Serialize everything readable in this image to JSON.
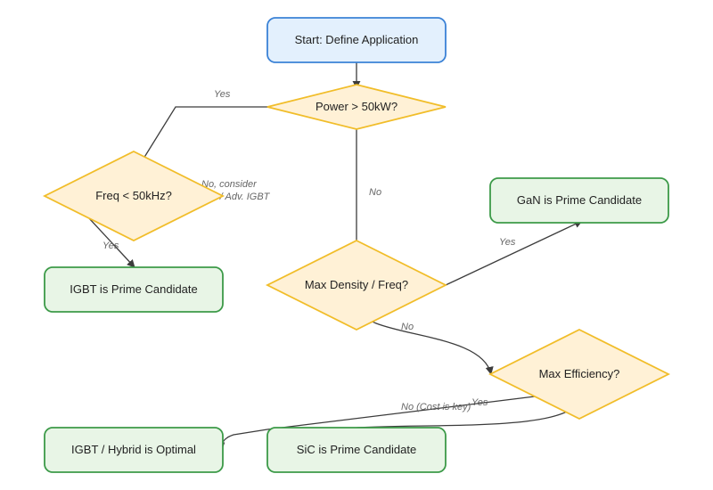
{
  "colors": {
    "start_fill": "#e3f0fd",
    "start_stroke": "#3b82d6",
    "decision_fill": "#fff1d6",
    "decision_stroke": "#f1bd29",
    "result_fill": "#e8f5e6",
    "result_stroke": "#3c9a48",
    "edge": "#3c3c3c",
    "edge_label": "#666666"
  },
  "nodes": {
    "start": "Start: Define Application",
    "power": "Power > 50kW?",
    "freq": "Freq < 50kHz?",
    "density": "Max Density / Freq?",
    "efficiency": "Max Efficiency?",
    "gan": "GaN is Prime Candidate",
    "igbt": "IGBT is Prime Candidate",
    "sic": "SiC is Prime Candidate",
    "hybrid": "IGBT / Hybrid is Optimal"
  },
  "edges": {
    "power_yes": "Yes",
    "power_no": "No",
    "freq_yes": "Yes",
    "freq_no_line1": "No, consider",
    "freq_no_line2": "SiC / Adv. IGBT",
    "density_yes": "Yes",
    "density_no": "No",
    "efficiency_yes": "Yes",
    "efficiency_no": "No (Cost is key)"
  }
}
